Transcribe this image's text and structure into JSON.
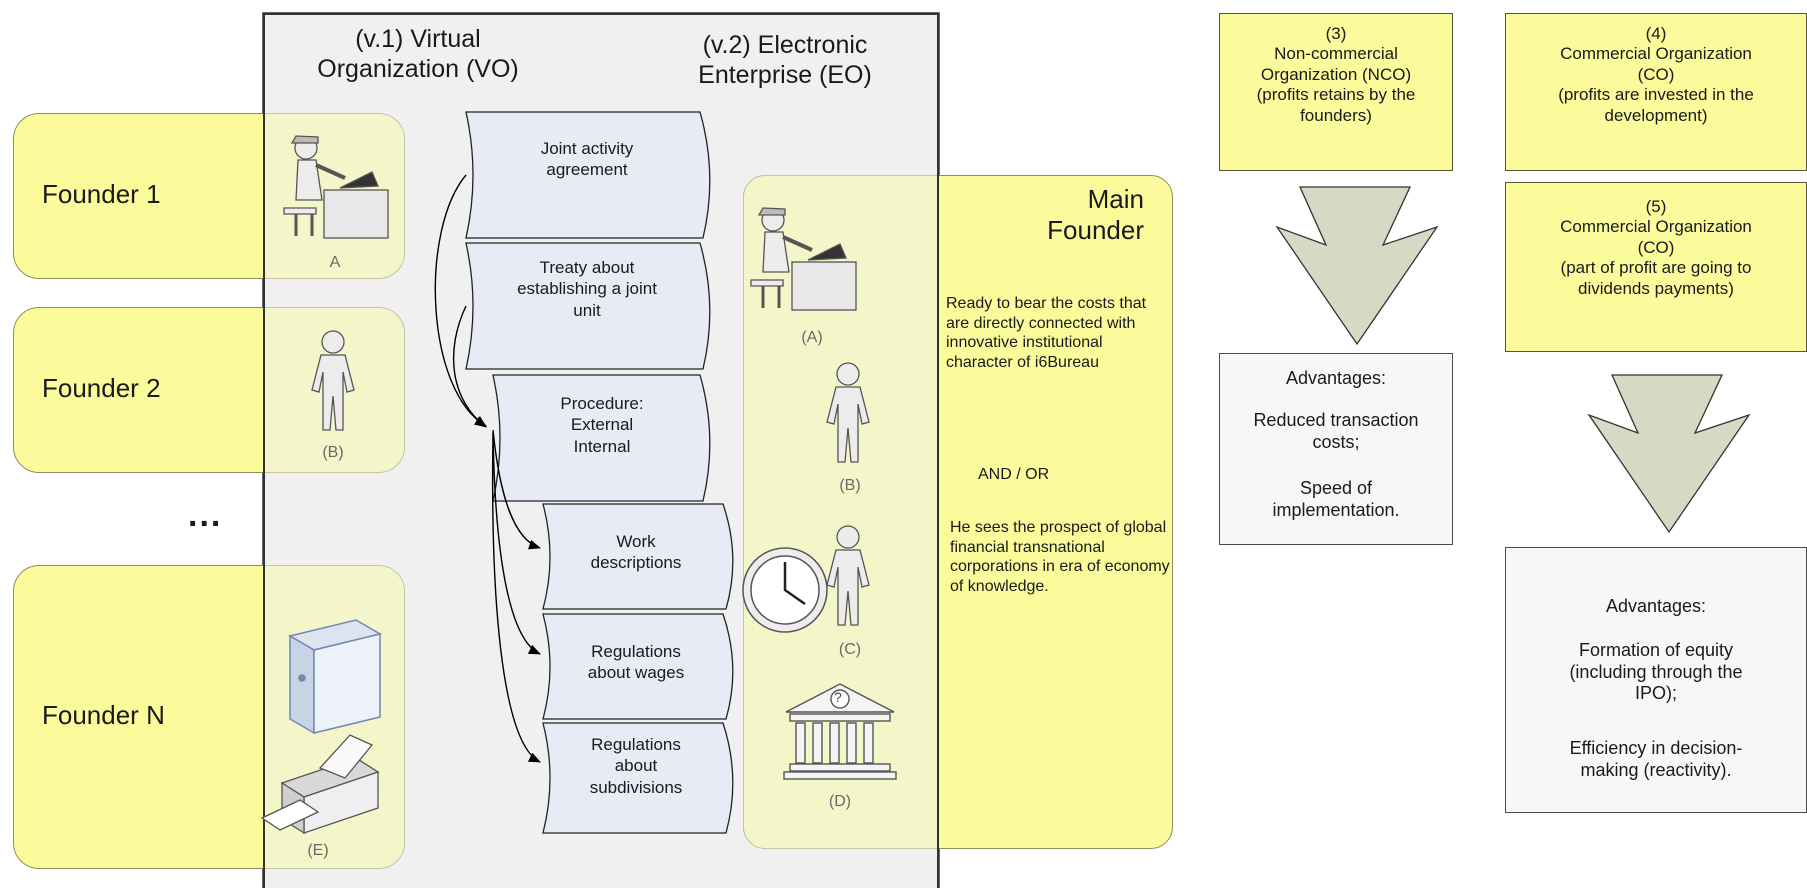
{
  "founders": {
    "f1": "Founder 1",
    "f2": "Founder 2",
    "ellipsis": "...",
    "fn": "Founder N",
    "letters": [
      "A",
      "(B)",
      "(E)"
    ]
  },
  "versions": {
    "v1": "(v.1) Virtual\nOrganization (VO)",
    "v2": "(v.2) Electronic\nEnterprise (EO)"
  },
  "documents": [
    "Joint activity\nagreement",
    "Treaty about\nestablishing a joint\nunit",
    "Procedure:\nExternal\nInternal",
    "Work\ndescriptions",
    "Regulations\nabout wages",
    "Regulations\nabout\nsubdivisions"
  ],
  "main_founder": {
    "title": "Main\nFounder",
    "letters": [
      "(A)",
      "(B)",
      "(C)",
      "(D)"
    ],
    "para1": "Ready to bear the costs that are directly connected with innovative institutional character of i6Bureau",
    "andor": "AND / OR",
    "para2": "He sees the prospect of global financial transnational corporations in era of economy of knowledge."
  },
  "org_types": [
    "(3)\nNon-commercial\nOrganization (NCO)\n(profits retains by the\nfounders)",
    "(4)\nCommercial Organization\n(CO)\n(profits are invested in the\ndevelopment)",
    "(5)\nCommercial Organization\n(CO)\n(part of profit are going to\ndividends payments)"
  ],
  "advantages_left": {
    "title": "Advantages:",
    "items": [
      "Reduced transaction\ncosts;",
      "Speed of\nimplementation."
    ]
  },
  "advantages_right": {
    "title": "Advantages:",
    "items": [
      "Formation of equity\n(including through the\nIPO);",
      "Efficiency in decision-\nmaking (reactivity)."
    ]
  },
  "colors": {
    "yellow": "#fbfb9c",
    "panel": "#f0f0f0",
    "doc": "#e6ebf5",
    "arrow": "#d6d9c4"
  }
}
